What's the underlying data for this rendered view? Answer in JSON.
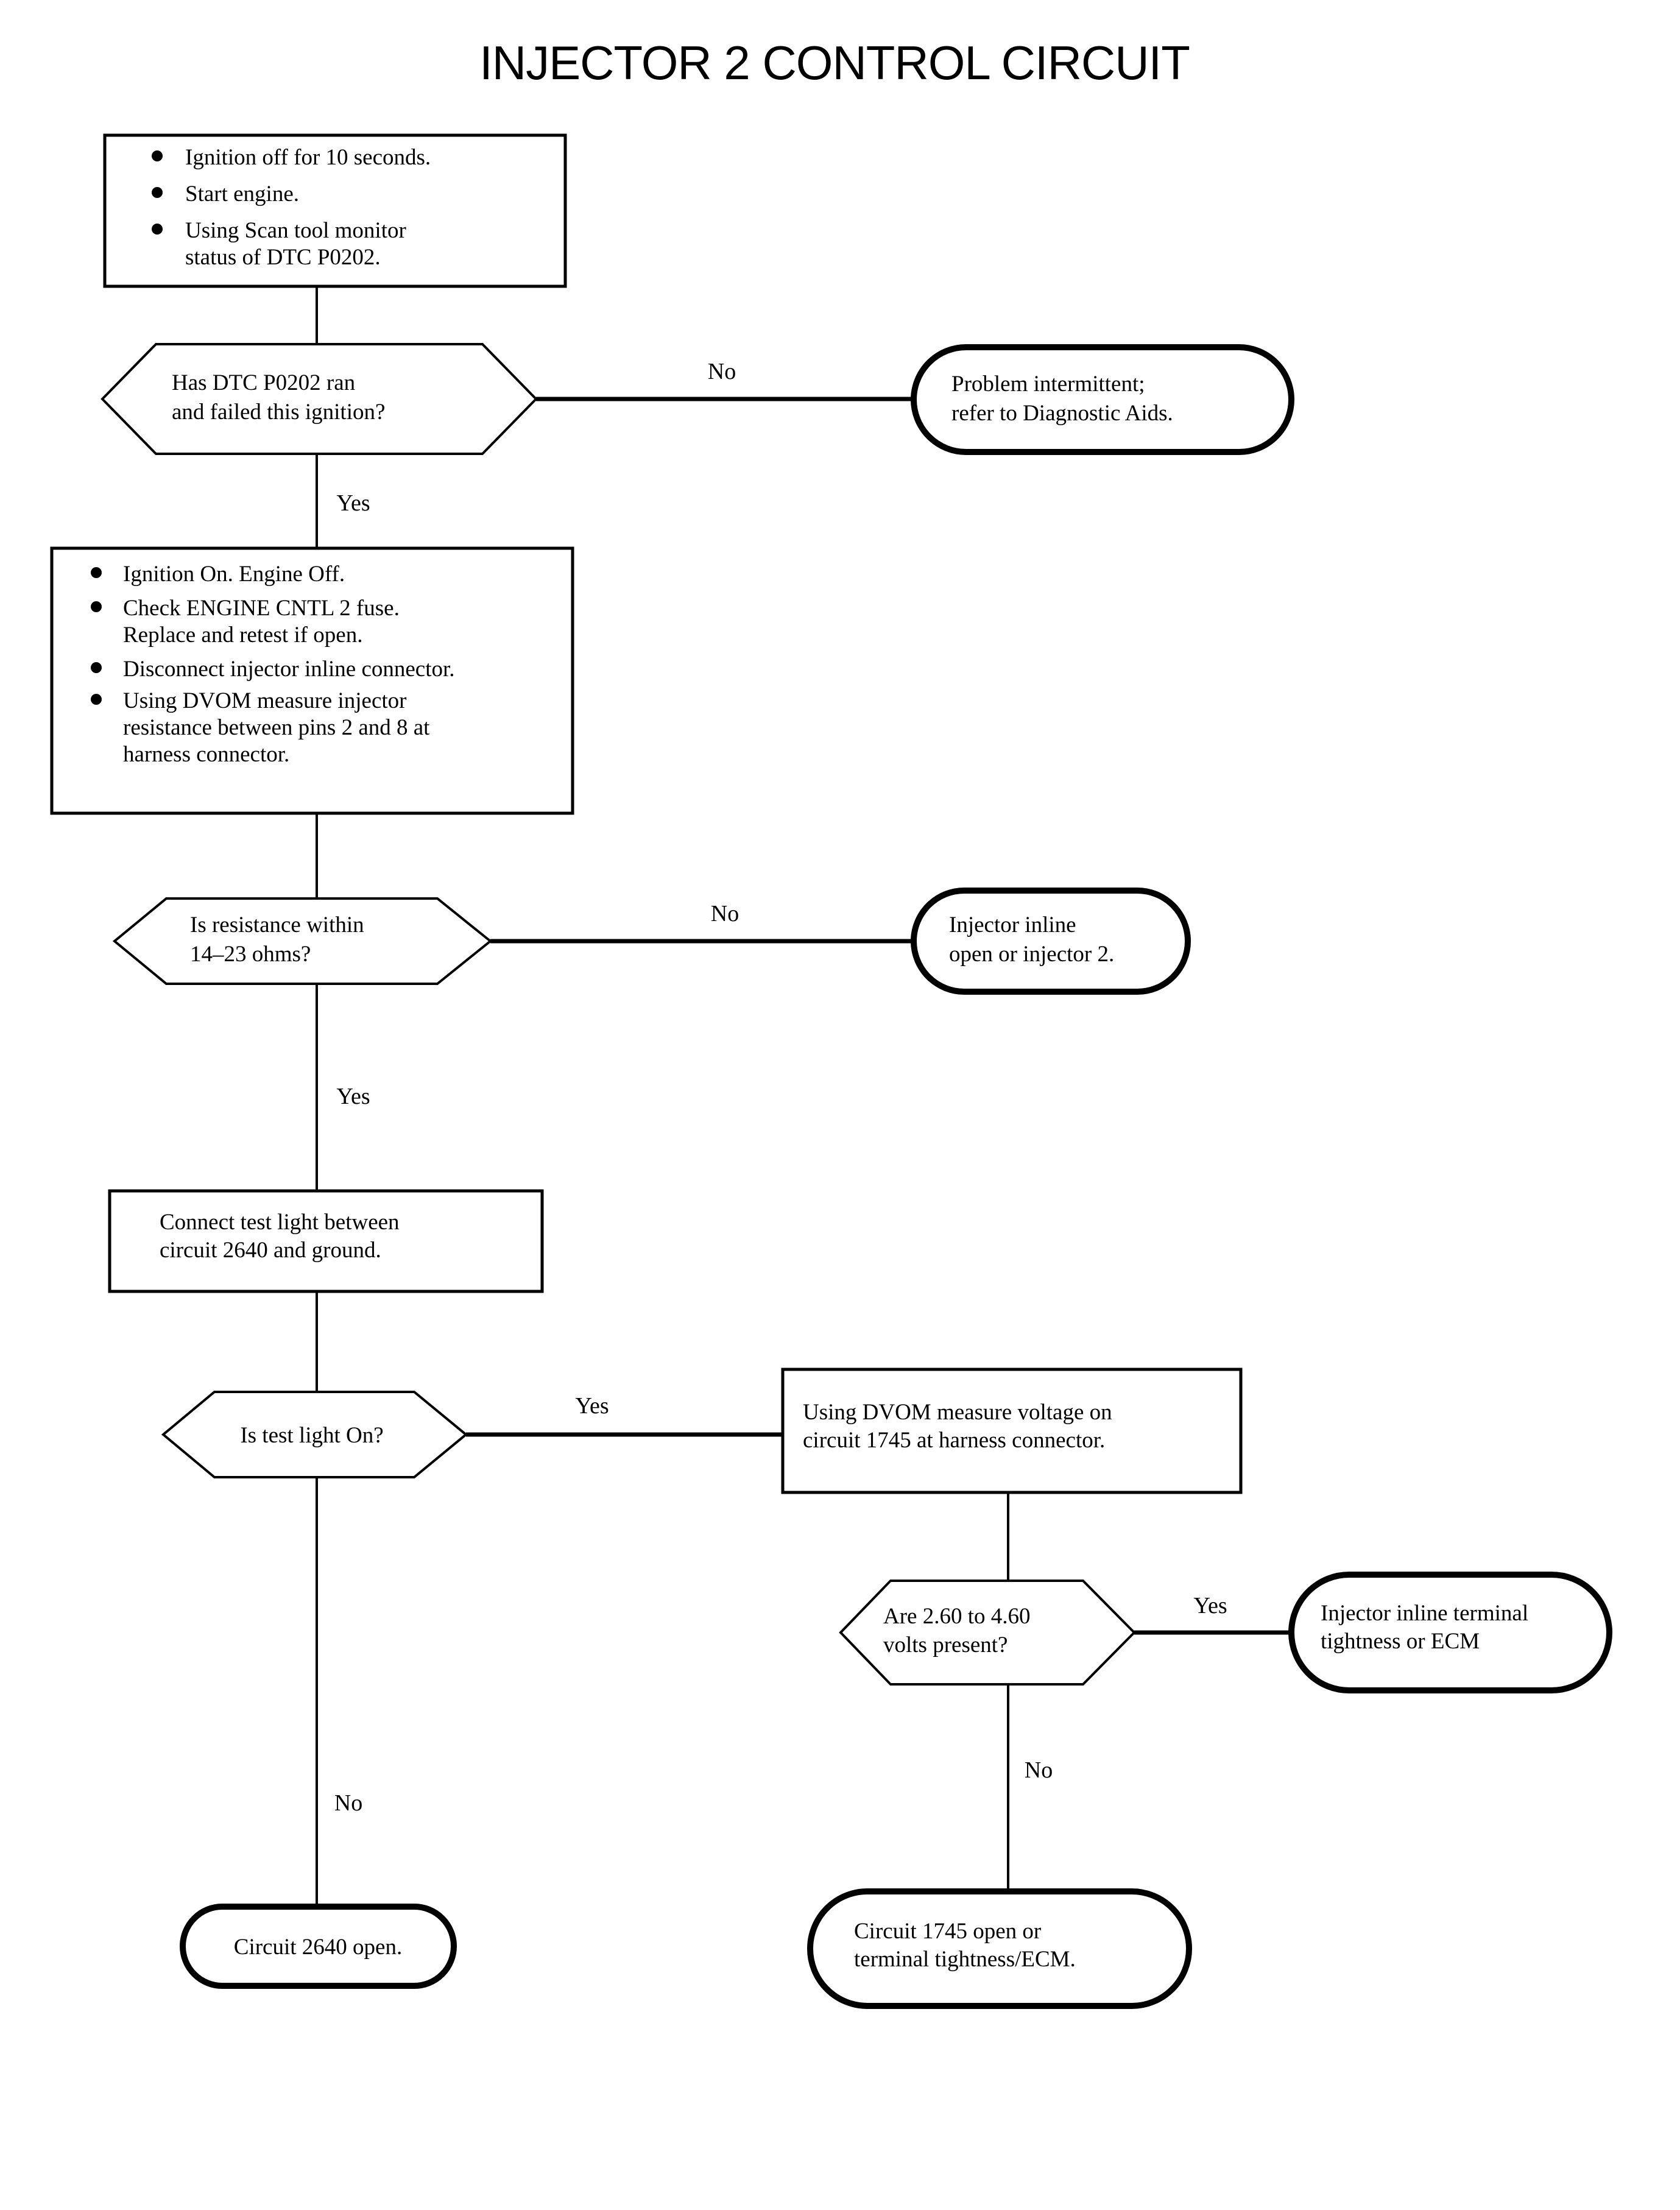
{
  "title": "INJECTOR 2 CONTROL CIRCUIT",
  "diagram": {
    "type": "flowchart",
    "orientation": "top-down",
    "nodes": {
      "step1": {
        "shape": "process",
        "bullets": [
          [
            "Ignition off for 10 seconds."
          ],
          [
            "Start engine."
          ],
          [
            "Using Scan tool monitor",
            "status of DTC P0202."
          ]
        ]
      },
      "decision1": {
        "shape": "decision",
        "lines": [
          "Has DTC P0202 ran",
          "and failed this ignition?"
        ]
      },
      "terminal1": {
        "shape": "terminal",
        "lines": [
          "Problem intermittent;",
          "refer to Diagnostic Aids."
        ]
      },
      "step2": {
        "shape": "process",
        "bullets": [
          [
            "Ignition On. Engine Off."
          ],
          [
            "Check ENGINE CNTL 2 fuse.",
            "Replace and retest if open."
          ],
          [
            "Disconnect injector inline connector."
          ],
          [
            "Using DVOM measure injector",
            "resistance between pins 2 and 8 at",
            "harness connector."
          ]
        ]
      },
      "decision2": {
        "shape": "decision",
        "lines": [
          "Is resistance within",
          "14–23 ohms?"
        ]
      },
      "terminal2": {
        "shape": "terminal",
        "lines": [
          "Injector inline",
          "open or injector 2."
        ]
      },
      "step3": {
        "shape": "process",
        "lines": [
          "Connect test light between",
          "circuit 2640 and ground."
        ]
      },
      "decision3": {
        "shape": "decision",
        "lines": [
          "Is test light On?"
        ]
      },
      "step4": {
        "shape": "process",
        "lines": [
          "Using DVOM measure voltage on",
          "circuit 1745 at harness connector."
        ]
      },
      "decision4": {
        "shape": "decision",
        "lines": [
          "Are 2.60 to 4.60",
          "volts present?"
        ]
      },
      "terminal3": {
        "shape": "terminal",
        "lines": [
          "Injector inline terminal",
          "tightness or ECM"
        ]
      },
      "terminal4": {
        "shape": "terminal",
        "lines": [
          "Circuit 2640 open."
        ]
      },
      "terminal5": {
        "shape": "terminal",
        "lines": [
          "Circuit 1745 open or",
          "terminal tightness/ECM."
        ]
      }
    },
    "edge_labels": {
      "d1_no": "No",
      "d1_yes": "Yes",
      "d2_no": "No",
      "d2_yes": "Yes",
      "d3_yes": "Yes",
      "d3_no": "No",
      "d4_yes": "Yes",
      "d4_no": "No"
    }
  },
  "colors": {
    "ink": "#000000",
    "paper": "#ffffff"
  }
}
